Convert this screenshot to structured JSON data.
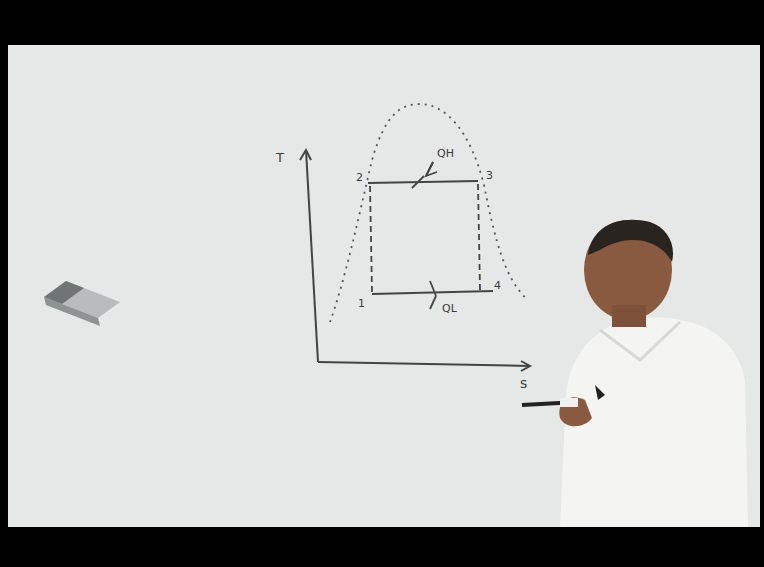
{
  "diagram": {
    "labels": [
      "T",
      "s",
      "2",
      "3",
      "4",
      "1",
      "QH",
      "QL"
    ]
  }
}
